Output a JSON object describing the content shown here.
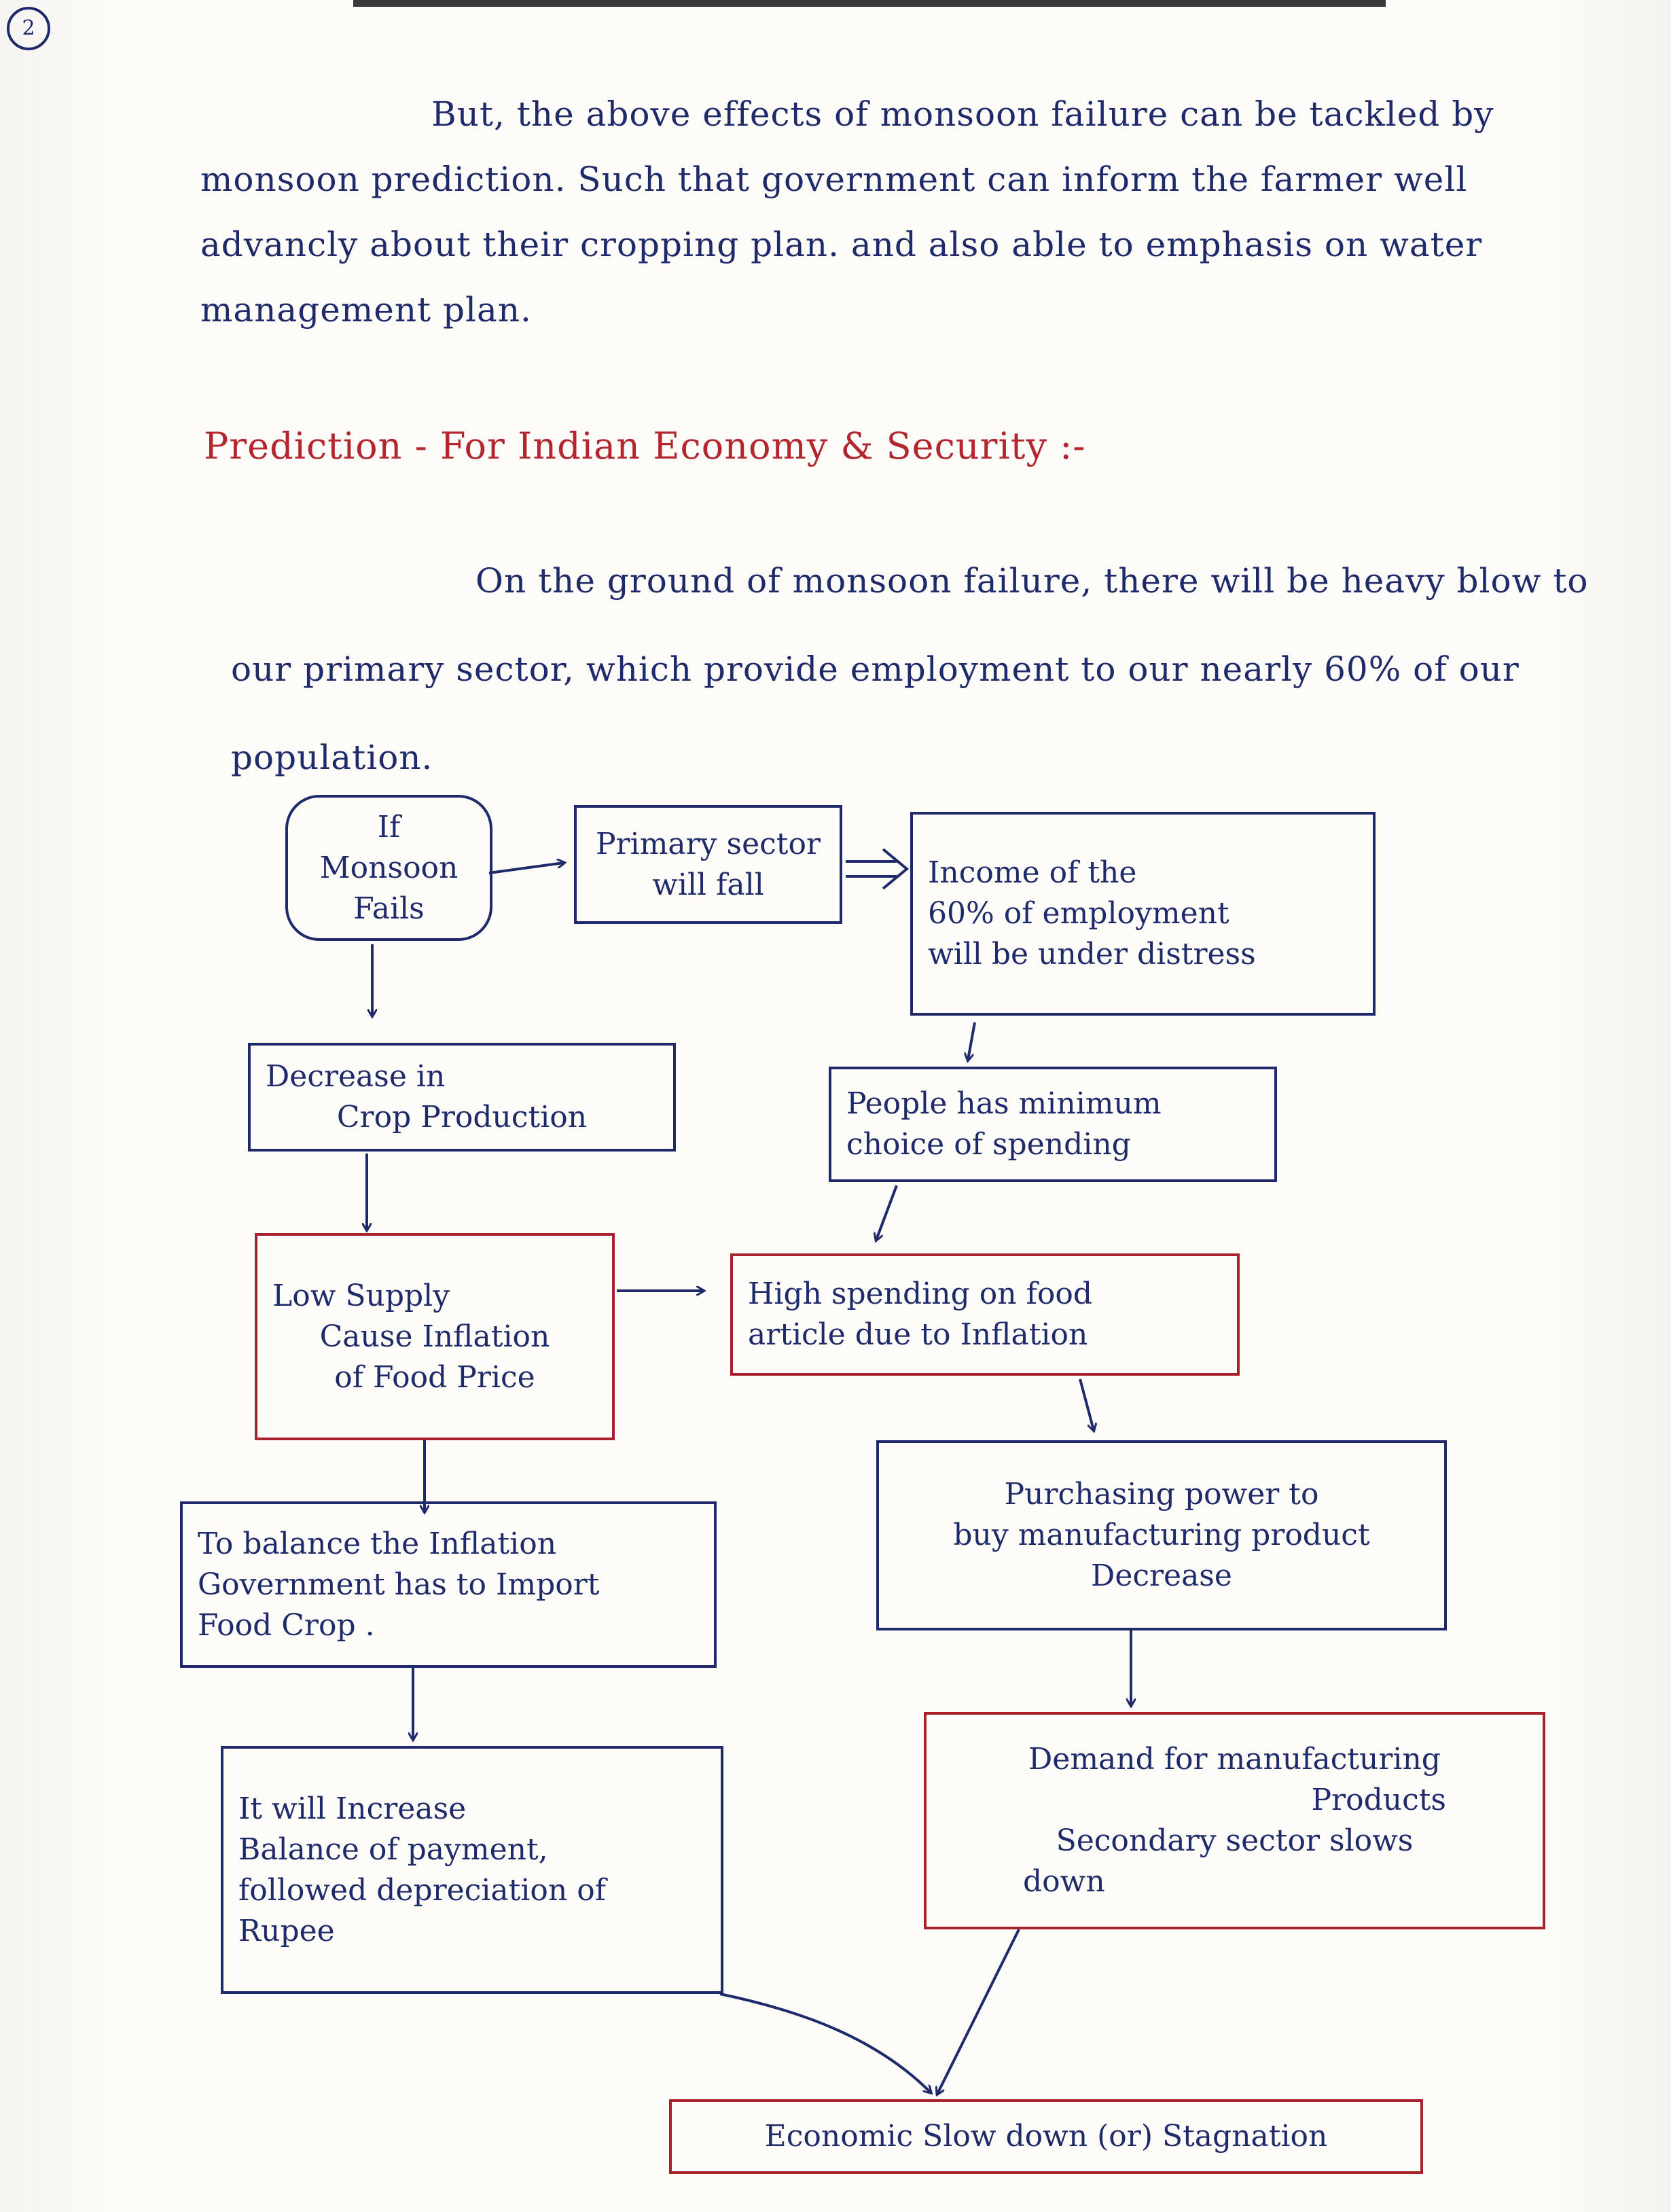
{
  "page": {
    "number": "2"
  },
  "intro": {
    "text": "But, the above effects of monsoon failure can be tackled by monsoon prediction. Such that government can inform the farmer well advancly about their cropping plan. and also able to emphasis on water management plan."
  },
  "section": {
    "heading": "Prediction - For Indian Economy & Security :-",
    "text": "On the ground of monsoon failure, there will be heavy blow to our primary sector, which provide employment to our nearly 60% of our population."
  },
  "flowchart": {
    "monsoon": {
      "line1": "If",
      "line2": "Monsoon",
      "line3": "Fails"
    },
    "primary": {
      "line1": "Primary sector",
      "line2": "will fall"
    },
    "income": {
      "line1": "Income of the",
      "line2": "60% of employment",
      "line3": "will be under distress"
    },
    "decrease": {
      "line1": "Decrease in",
      "line2": "Crop Production"
    },
    "people": {
      "line1": "People has minimum",
      "line2": "choice of spending"
    },
    "low_supply": {
      "line1": "Low Supply",
      "line2": "Cause Inflation",
      "line3": "of Food Price"
    },
    "high_spending": {
      "line1": "High spending on food",
      "line2": "article due to Inflation"
    },
    "purchasing": {
      "line1": "Purchasing power to",
      "line2": "buy manufacturing product",
      "line3": "Decrease"
    },
    "balance": {
      "line1": "To balance the Inflation",
      "line2": "Government has to Import",
      "line3": "Food Crop ."
    },
    "increase": {
      "line1": "It will Increase",
      "line2": "Balance of payment,",
      "line3": "followed depreciation of",
      "line4": "Rupee"
    },
    "demand": {
      "line1": "Demand for manufacturing",
      "line2": "Products",
      "line3": "Secondary sector slows",
      "line4": "down"
    },
    "result": {
      "text": "Economic Slow down (or) Stagnation"
    }
  },
  "colors": {
    "ink_blue": "#1f2a6b",
    "ink_red": "#a8222c",
    "paper": "#fdfcf9"
  }
}
